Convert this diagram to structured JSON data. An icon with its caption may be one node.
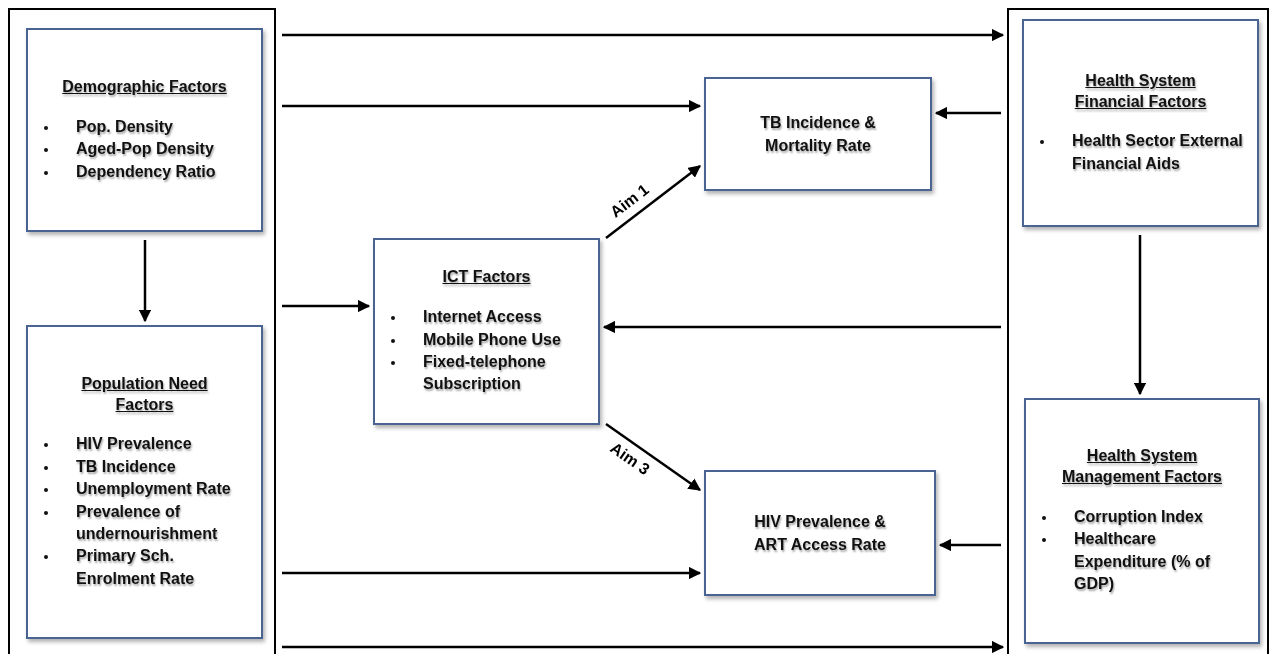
{
  "diagram": {
    "nodes": [
      {
        "text": [],
        "shape": "box"
      },
      {
        "text": [
          "Demographic Factors",
          "Pop. Density",
          "Aged-Pop Density",
          "Dependency Ratio"
        ],
        "in": 0
      },
      {
        "text": [
          "Population Need Factors",
          "HIV Prevalence",
          "TB Incidence",
          "Unemployment Rate",
          "Prevalence of undernourishment",
          "Primary Sch. Enrolment Rate"
        ],
        "in": 0
      },
      {
        "text": [
          "TB Incidence & Mortality Rate"
        ]
      },
      {
        "text": [
          "ICT Factors",
          "Internet Access",
          "Mobile Phone Use",
          "Fixed-telephone Subscription"
        ]
      },
      {
        "text": [
          "HIV Prevalence & ART Access Rate"
        ]
      },
      {
        "text": [],
        "shape": "box"
      },
      {
        "text": [
          "Health System Financial Factors",
          "Health Sector External Financial Aids"
        ],
        "in": 6
      },
      {
        "text": [
          "Health System Management Factors",
          "Corruption Index",
          "Healthcare Expenditure (% of GDP)"
        ],
        "in": 6
      }
    ],
    "edges": [
      {
        "from": 1,
        "to": 2,
        "arrow": "to"
      },
      {
        "from": 0,
        "to": 6,
        "arrow": "to"
      },
      {
        "from": 0,
        "to": 3,
        "arrow": "to"
      },
      {
        "from": 0,
        "to": 4,
        "arrow": "to"
      },
      {
        "from": 0,
        "to": 5,
        "arrow": "to"
      },
      {
        "from": 0,
        "to": 6,
        "arrow": "to"
      },
      {
        "from": 6,
        "to": 3,
        "arrow": "to"
      },
      {
        "from": 6,
        "to": 4,
        "arrow": "to"
      },
      {
        "from": 6,
        "to": 5,
        "arrow": "to"
      },
      {
        "from": 7,
        "to": 8,
        "arrow": "to"
      },
      {
        "from": 4,
        "to": 3,
        "arrow": "to",
        "label": "Aim 1"
      },
      {
        "from": 4,
        "to": 5,
        "arrow": "to",
        "label": "Aim 3"
      }
    ]
  }
}
